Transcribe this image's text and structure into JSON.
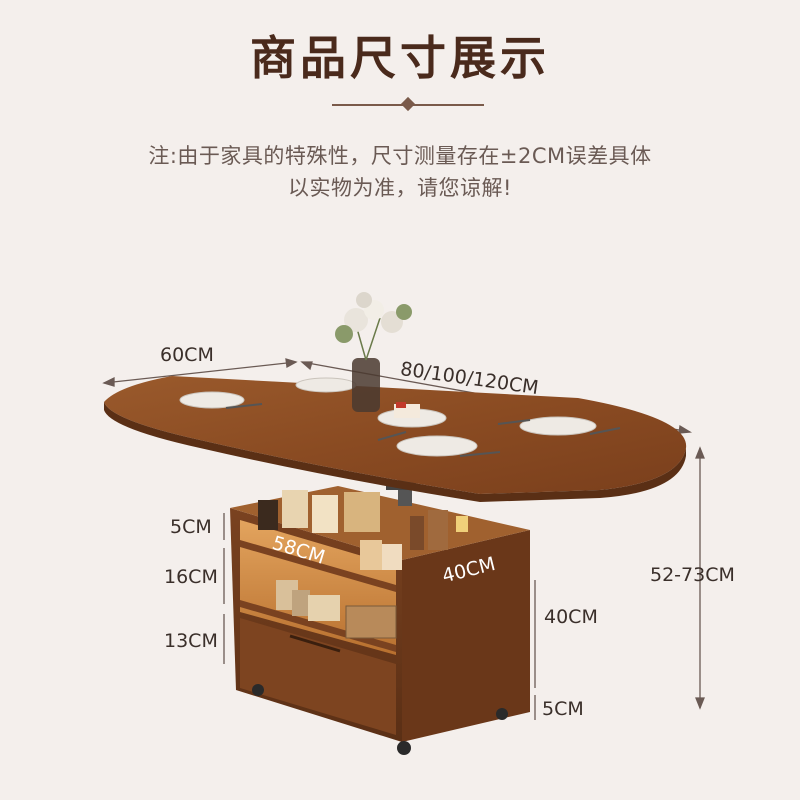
{
  "header": {
    "title": "商品尺寸展示",
    "note_line1": "注:由于家具的特殊性，尺寸测量存在±2CM误差具体",
    "note_line2": "以实物为准，请您谅解!"
  },
  "dimensions": {
    "table_depth": "60CM",
    "table_length": "80/100/120CM",
    "total_height": "52-73CM",
    "shelf_top": "5CM",
    "shelf_mid": "16CM",
    "shelf_bottom": "13CM",
    "cabinet_width": "58CM",
    "cabinet_depth": "40CM",
    "cabinet_height": "40CM",
    "caster_height": "5CM"
  },
  "colors": {
    "background": "#f4efec",
    "wood": "#8b4e24",
    "wood_dark": "#5e3216",
    "title": "#4a2a1c"
  }
}
